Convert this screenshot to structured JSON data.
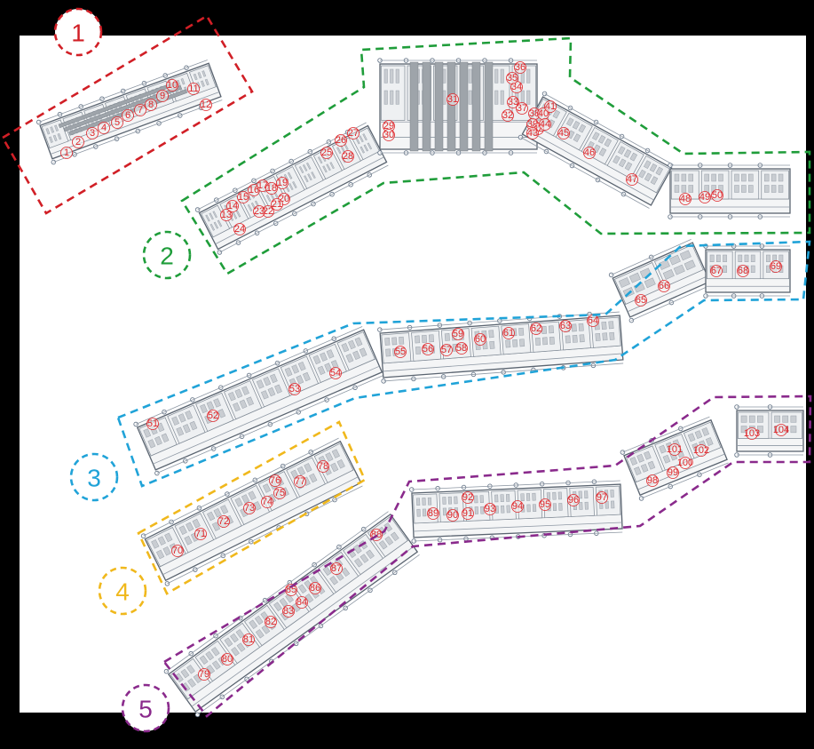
{
  "colors": {
    "zone_1": "#d11f26",
    "zone_2": "#1f9d3a",
    "zone_3": "#20a3d8",
    "zone_4": "#f0b81c",
    "zone_5": "#8a2a8c",
    "room_number": "#e0262a"
  },
  "zones": [
    {
      "id": "1",
      "label": "1"
    },
    {
      "id": "2",
      "label": "2"
    },
    {
      "id": "3",
      "label": "3"
    },
    {
      "id": "4",
      "label": "4"
    },
    {
      "id": "5",
      "label": "5"
    }
  ],
  "rooms": {
    "zone_1": [
      "1",
      "2",
      "3",
      "4",
      "5",
      "6",
      "7",
      "8",
      "9",
      "10",
      "11",
      "12"
    ],
    "zone_2": [
      "13",
      "14",
      "15",
      "16",
      "17",
      "18",
      "19",
      "20",
      "21",
      "22",
      "23",
      "24",
      "25",
      "26",
      "27",
      "28",
      "29",
      "30",
      "31",
      "32",
      "33",
      "34",
      "35",
      "36",
      "37",
      "38",
      "39",
      "40",
      "41",
      "42",
      "43",
      "44",
      "45",
      "46",
      "47",
      "48",
      "49",
      "50"
    ],
    "zone_3": [
      "51",
      "52",
      "53",
      "54",
      "55",
      "56",
      "57",
      "58",
      "59",
      "60",
      "61",
      "62",
      "63",
      "64",
      "65",
      "66",
      "67",
      "68",
      "69"
    ],
    "zone_4": [
      "70",
      "71",
      "72",
      "73",
      "74",
      "75",
      "76",
      "77",
      "78"
    ],
    "zone_5": [
      "79",
      "80",
      "81",
      "82",
      "83",
      "84",
      "85",
      "86",
      "87",
      "88",
      "89",
      "90",
      "91",
      "92",
      "93",
      "94",
      "95",
      "96",
      "97",
      "98",
      "99",
      "100",
      "101",
      "102",
      "103",
      "104"
    ]
  }
}
